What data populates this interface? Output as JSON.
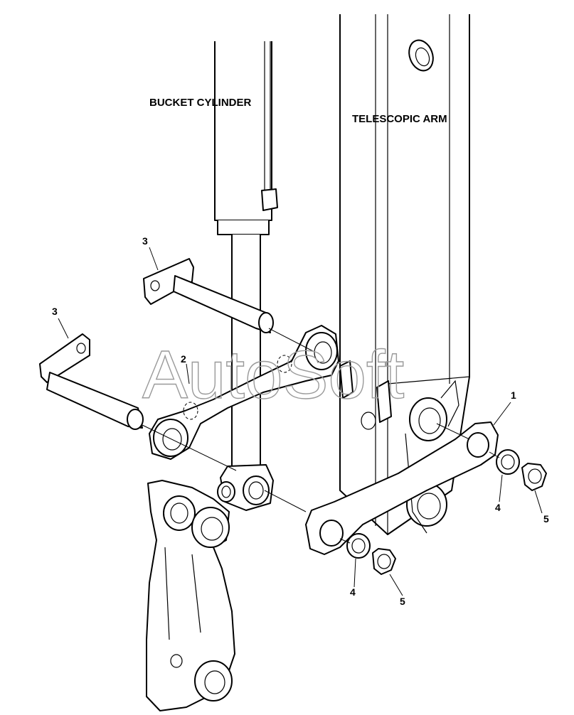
{
  "labels": {
    "bucket_cylinder": "BUCKET CYLINDER",
    "telescopic_arm": "TELESCOPIC ARM"
  },
  "callouts": {
    "link": "1",
    "h_link": "2",
    "pin_upper": "3",
    "pin_lower": "3",
    "washer_right": "4",
    "washer_left": "4",
    "nut_right": "5",
    "nut_left": "5"
  },
  "watermark": "AutoSoft"
}
